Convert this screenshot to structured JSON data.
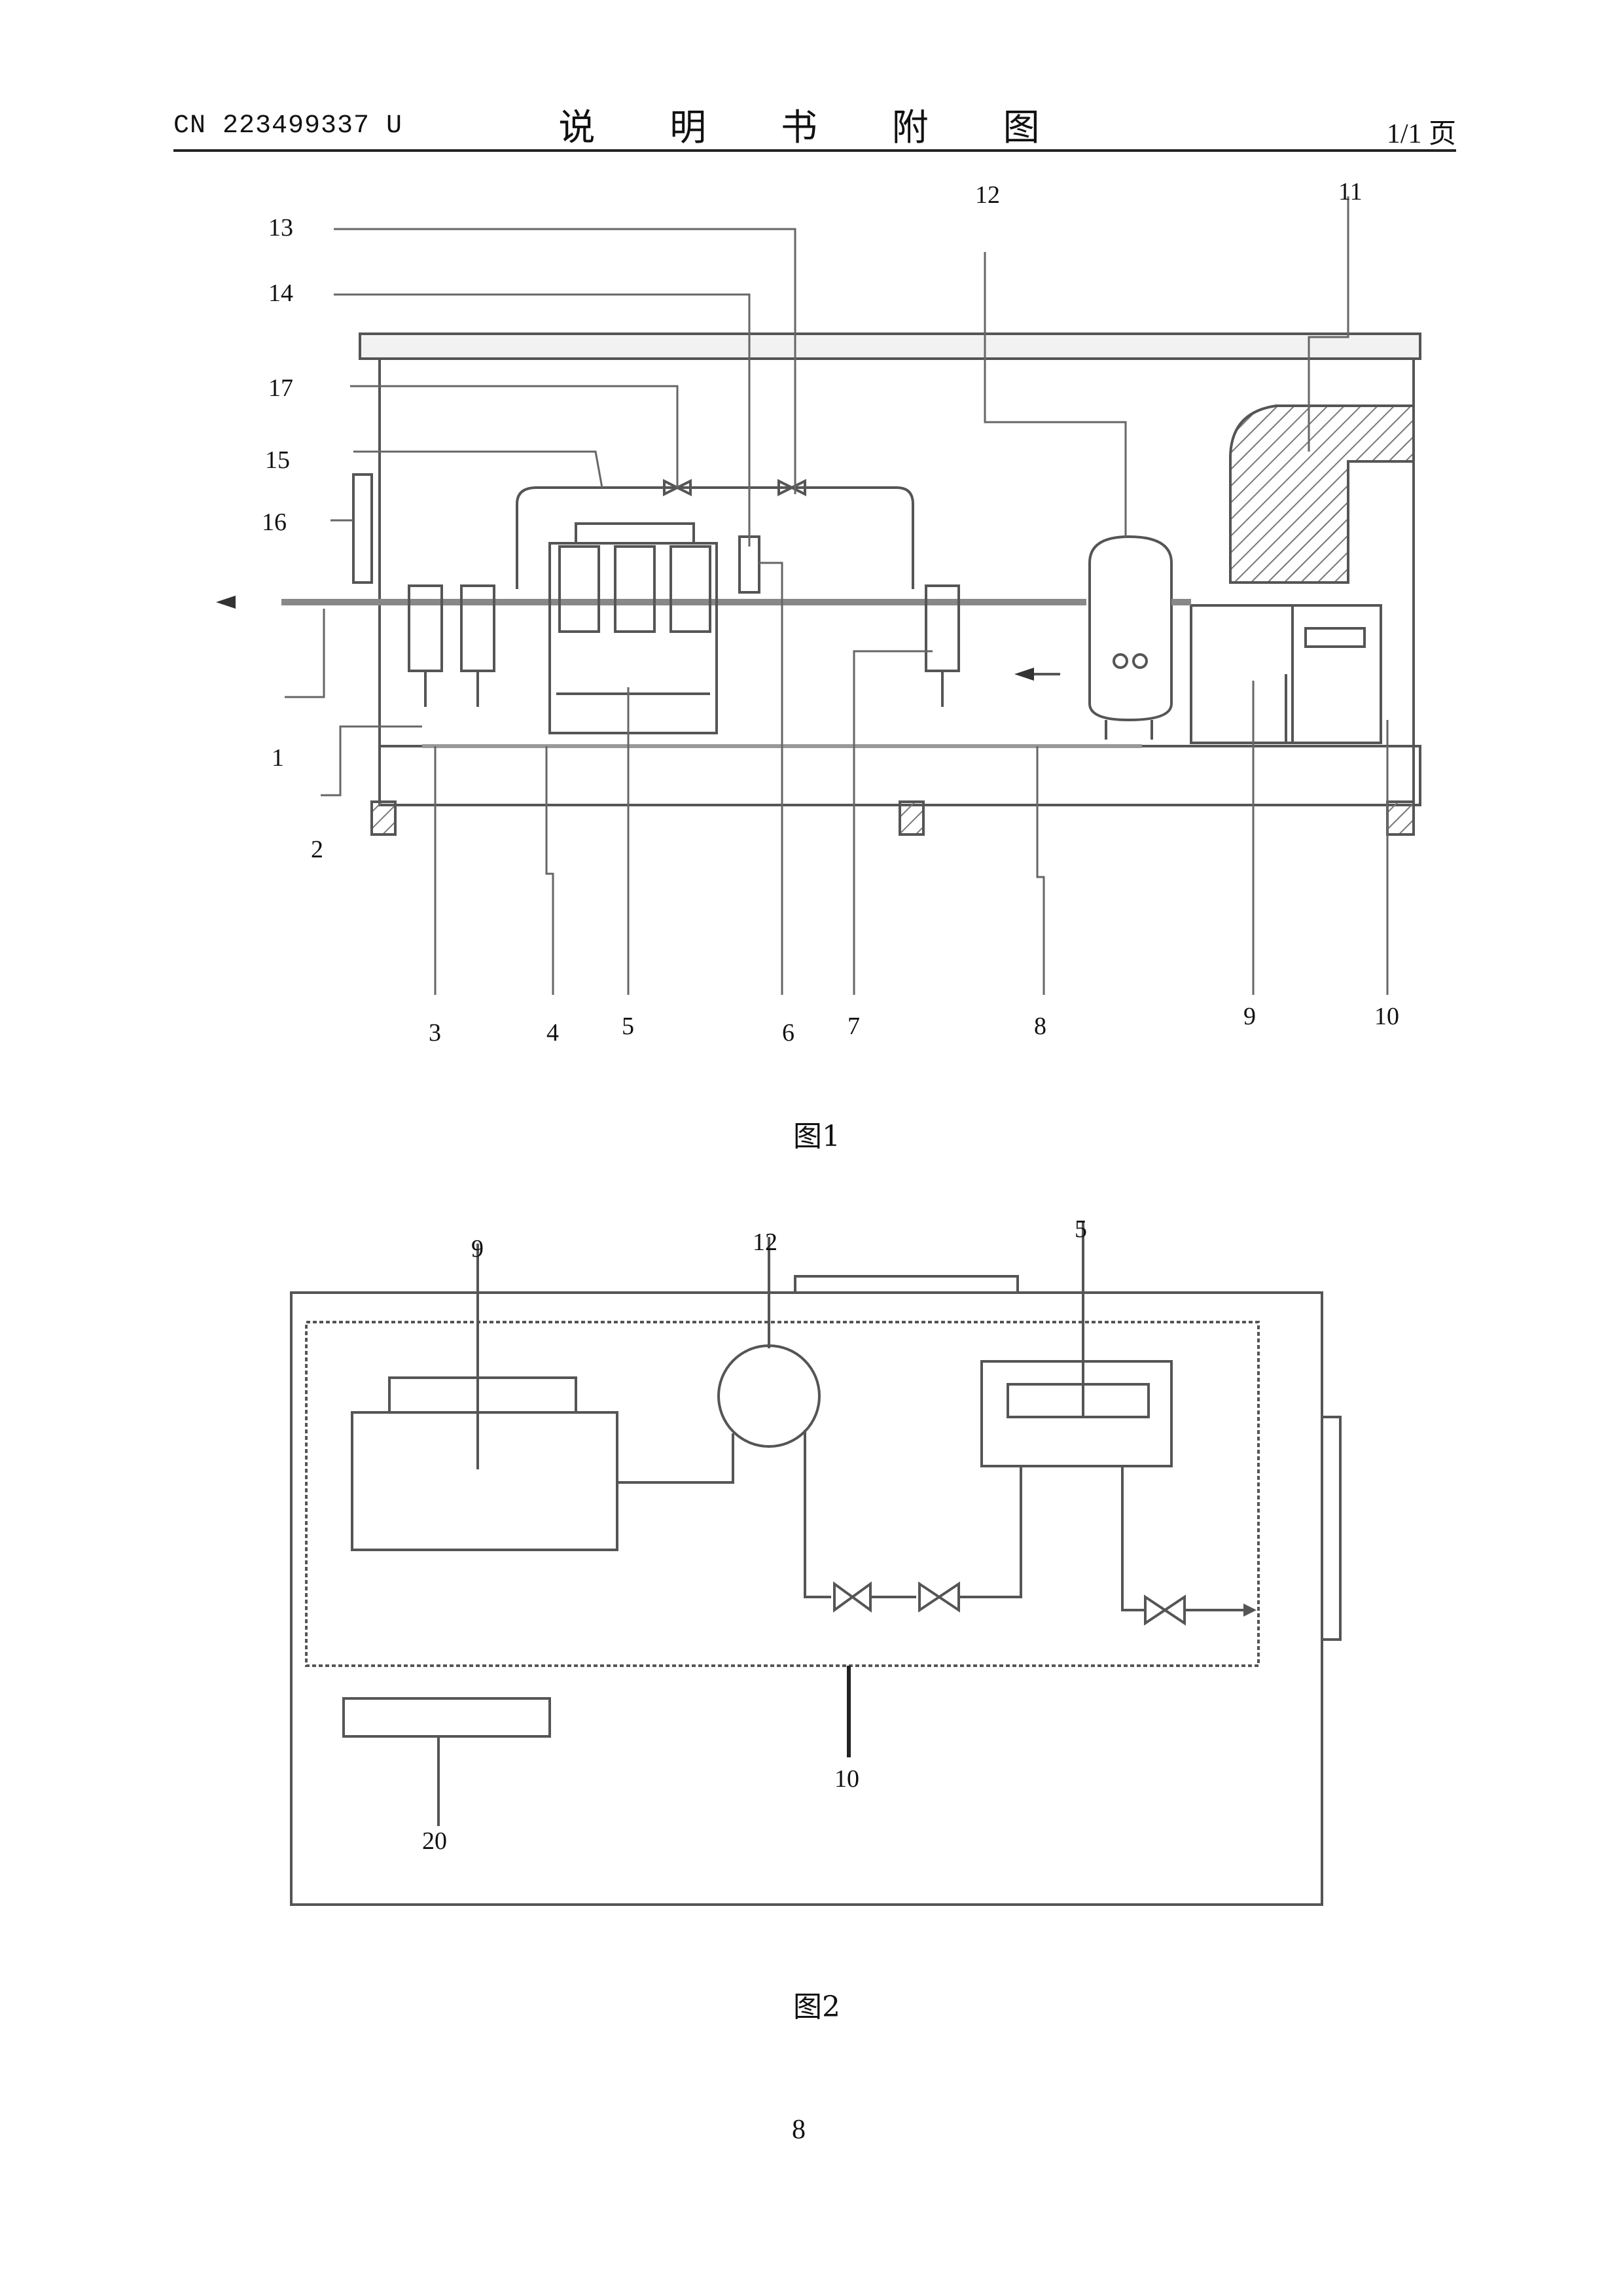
{
  "header": {
    "pub_no": "CN 223499337 U",
    "title": "说 明 书 附 图",
    "page": "1/1 页"
  },
  "figure1": {
    "caption": "图1",
    "labels": [
      "1",
      "2",
      "3",
      "4",
      "5",
      "6",
      "7",
      "8",
      "9",
      "10",
      "11",
      "12",
      "13",
      "14",
      "15",
      "16",
      "17"
    ]
  },
  "figure2": {
    "caption": "图2",
    "labels": [
      "9",
      "12",
      "5",
      "10",
      "20"
    ]
  },
  "page_number": "8"
}
